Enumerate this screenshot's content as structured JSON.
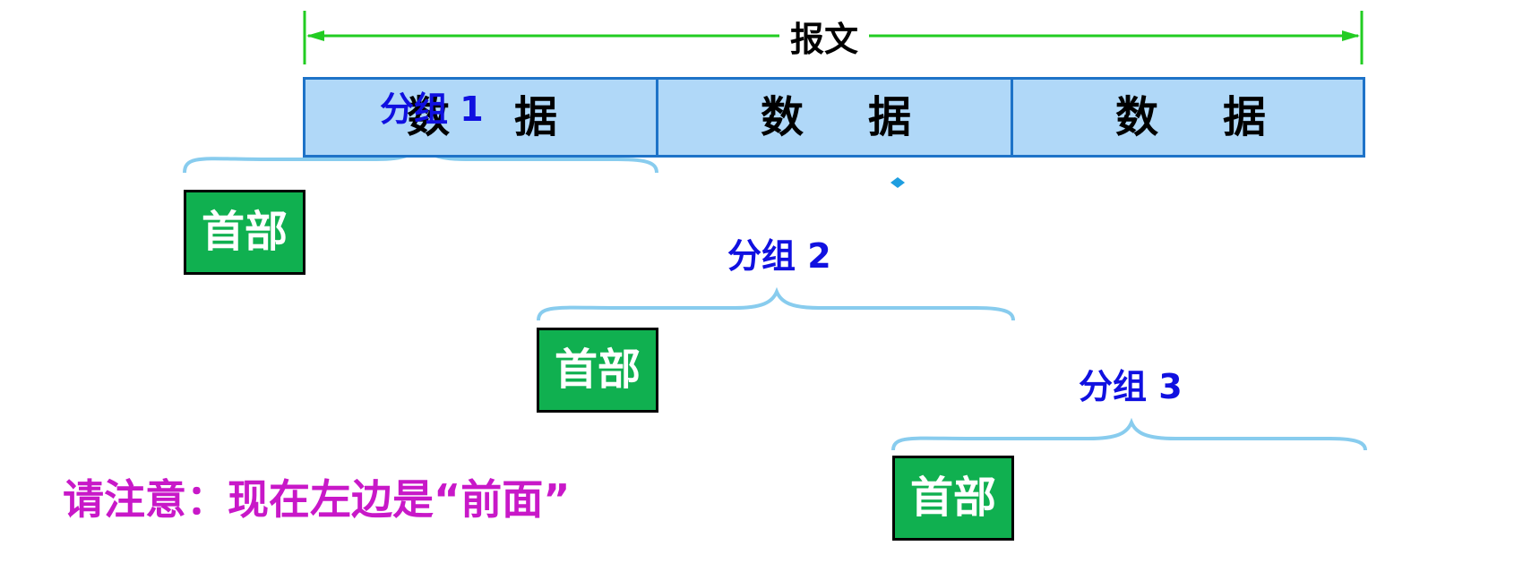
{
  "message": {
    "label": "报文"
  },
  "segments": [
    {
      "text_a": "数",
      "text_b": "据"
    },
    {
      "text_a": "数",
      "text_b": "据"
    },
    {
      "text_a": "数",
      "text_b": "据"
    }
  ],
  "packets": [
    {
      "label": "分组 1",
      "header": "首部"
    },
    {
      "label": "分组 2",
      "header": "首部"
    },
    {
      "label": "分组 3",
      "header": "首部"
    }
  ],
  "note": "请注意：现在左边是“前面”",
  "colors": {
    "dimension_line": "#22cc22",
    "cell_fill": "#b0d8f8",
    "cell_border": "#1e73c8",
    "brace": "#88ccee",
    "packet_label": "#1010e0",
    "header_fill": "#10b050",
    "note": "#c818c8"
  }
}
